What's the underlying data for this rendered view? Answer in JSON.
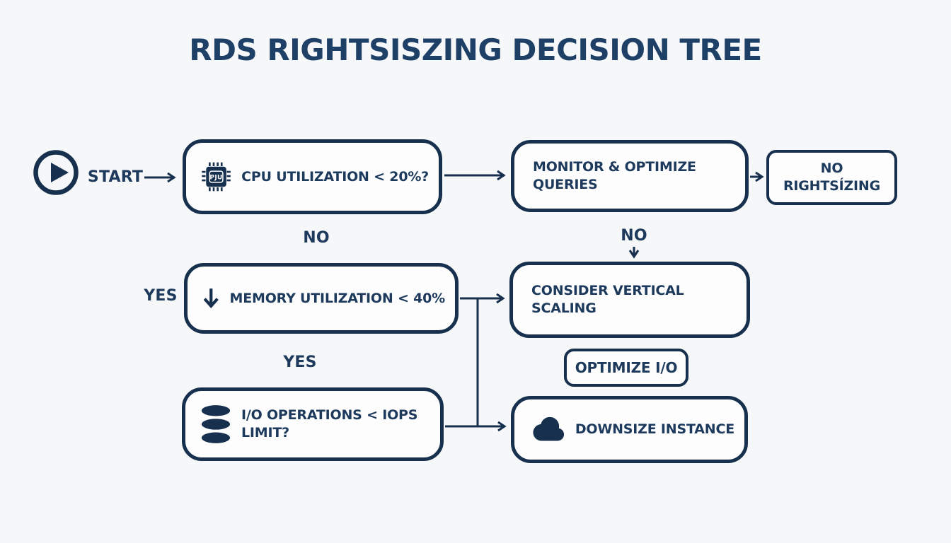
{
  "title": "RDS RIGHTSISZING DECISION TREE",
  "colors": {
    "navy": "#16304e",
    "text_navy": "#1d3a5c",
    "title_navy": "#1e3f66",
    "background": "#f6f7f8",
    "box_fill": "#fdfdfe"
  },
  "start": {
    "label": "START"
  },
  "branch_labels": {
    "cpu_no": "NO",
    "memory_yes": "YES",
    "monitor_no": "NO",
    "io_yes": "YES"
  },
  "nodes": {
    "cpu_check": {
      "text": "CPU UTILIZATION < 20%?",
      "icon": "cpu-chip-icon",
      "chip_label": "PJU"
    },
    "monitor": {
      "lines": [
        "MONITOR & OPTIMIZE",
        "QUERIES"
      ]
    },
    "no_rightsizing": {
      "lines": [
        "NO",
        "RIGHTSÍZING"
      ]
    },
    "memory_check": {
      "text": "MEMORY UTILIZATION < 40%",
      "icon": "down-arrow-icon"
    },
    "consider_vertical": {
      "lines": [
        "CONSIDER VERTICAL",
        "SCALING"
      ]
    },
    "optimize_io": {
      "text": "OPTIMIZE I/O"
    },
    "io_check": {
      "lines": [
        "I/O OPERATIONS < IOPS",
        "LIMIT?"
      ],
      "icon": "database-icon"
    },
    "downsize": {
      "text": "DOWNSIZE INSTANCE",
      "icon": "cloud-icon"
    }
  }
}
